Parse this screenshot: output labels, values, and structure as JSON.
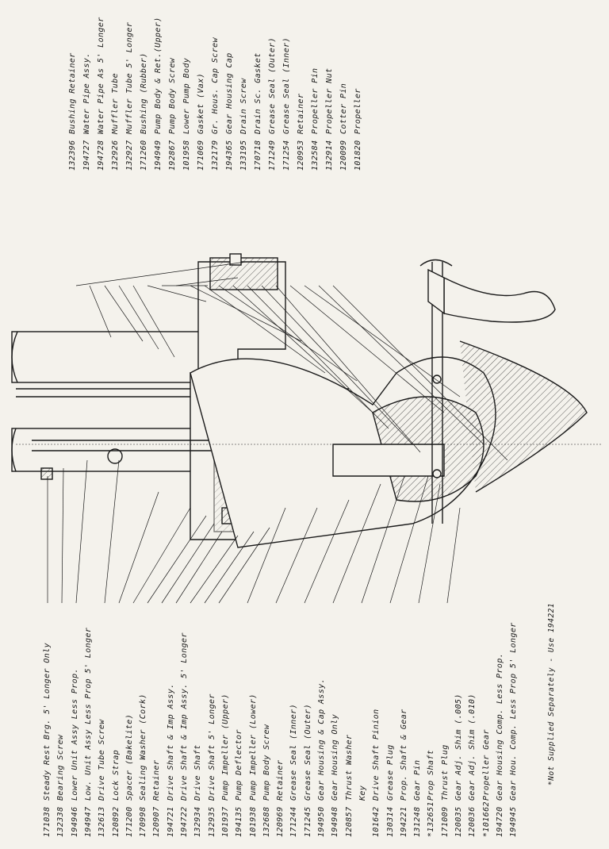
{
  "right_parts": [
    {
      "num": "132396",
      "desc": "Bushing Retainer"
    },
    {
      "num": "194727",
      "desc": "Water Pipe Assy."
    },
    {
      "num": "194728",
      "desc": "Water Pipe As 5' Longer"
    },
    {
      "num": "132926",
      "desc": "Muffler Tube"
    },
    {
      "num": "132927",
      "desc": "Muffler Tube 5' Longer"
    },
    {
      "num": "171260",
      "desc": "Bushing (Rubber)"
    },
    {
      "num": "194949",
      "desc": "Pump Body & Ret.(Upper)"
    },
    {
      "num": "192867",
      "desc": "Pump Body Screw"
    },
    {
      "num": "101958",
      "desc": "Lower Pump Body"
    },
    {
      "num": "171069",
      "desc": "Gasket (Vax)"
    },
    {
      "num": "132179",
      "desc": "Gr. Hous. Cap Screw"
    },
    {
      "num": "194365",
      "desc": "Gear Housing Cap"
    },
    {
      "num": "133195",
      "desc": "Drain Screw"
    },
    {
      "num": "170718",
      "desc": "Drain Sc. Gasket"
    },
    {
      "num": "171249",
      "desc": "Grease Seal (Outer)"
    },
    {
      "num": "171254",
      "desc": "Grease Seal (Inner)"
    },
    {
      "num": "120953",
      "desc": "Retainer"
    },
    {
      "num": "132584",
      "desc": "Propeller Pin"
    },
    {
      "num": "132914",
      "desc": "Propeller Nut"
    },
    {
      "num": "120099",
      "desc": "Cotter Pin"
    },
    {
      "num": "101820",
      "desc": "Propeller"
    }
  ],
  "left_parts": [
    {
      "num": "171038",
      "desc": "Steady Rest Brg. 5' Longer Only"
    },
    {
      "num": "132338",
      "desc": "Bearing Screw"
    },
    {
      "num": "194946",
      "desc": "Lower Unit Assy Less Prop."
    },
    {
      "num": "194947",
      "desc": "Low. Unit Assy Less Prop 5' Longer"
    },
    {
      "num": "132613",
      "desc": "Drive Tube Screw"
    },
    {
      "num": "120892",
      "desc": "Lock Strap"
    },
    {
      "num": "171200",
      "desc": "Spacer (Bakelite)"
    },
    {
      "num": "170998",
      "desc": "Sealing Washer (Cork)"
    },
    {
      "num": "120907",
      "desc": "Retainer"
    },
    {
      "num": "194721",
      "desc": "Drive Shaft & Imp Assy."
    },
    {
      "num": "194722",
      "desc": "Drive Shaft & Imp Assy. 5' Longer"
    },
    {
      "num": "132934",
      "desc": "Drive Shaft"
    },
    {
      "num": "132935",
      "desc": "Drive Shaft 5' Longer"
    },
    {
      "num": "101937",
      "desc": "Pump Impeller (Upper)"
    },
    {
      "num": "194135",
      "desc": "Pump Deflector"
    },
    {
      "num": "101938",
      "desc": "Pump Impeller (Lower)"
    },
    {
      "num": "132688",
      "desc": "Pump Body Screw"
    },
    {
      "num": "120969",
      "desc": "Retainer"
    },
    {
      "num": "171244",
      "desc": "Grease Seal (Inner)"
    },
    {
      "num": "171245",
      "desc": "Grease Seal (Outer)"
    },
    {
      "num": "194950",
      "desc": "Gear Housing & Cap Assy."
    },
    {
      "num": "194948",
      "desc": "Gear Housing Only"
    },
    {
      "num": "120857",
      "desc": "Thrust Washer"
    },
    {
      "num": "",
      "desc": "Key"
    },
    {
      "num": "101642",
      "desc": "Drive Shaft Pinion"
    },
    {
      "num": "130314",
      "desc": "Grease Plug"
    },
    {
      "num": "194221",
      "desc": "Prop. Shaft & Gear"
    },
    {
      "num": "131248",
      "desc": "Gear Pin"
    },
    {
      "num": "*132651",
      "desc": "Prop Shaft"
    },
    {
      "num": "171009",
      "desc": "Thrust Plug"
    },
    {
      "num": "120035",
      "desc": "Gear Adj. Shim (.005)"
    },
    {
      "num": "120036",
      "desc": "Gear Adj. Shim (.010)"
    },
    {
      "num": "*101662",
      "desc": "Propeller Gear"
    },
    {
      "num": "194720",
      "desc": "Gear Housing Comp. Less Prop."
    },
    {
      "num": "194945",
      "desc": "Gear Hou. Comp. Less Prop 5' Longer"
    }
  ],
  "footnote": "*Not Supplied Separately - Use 194221"
}
